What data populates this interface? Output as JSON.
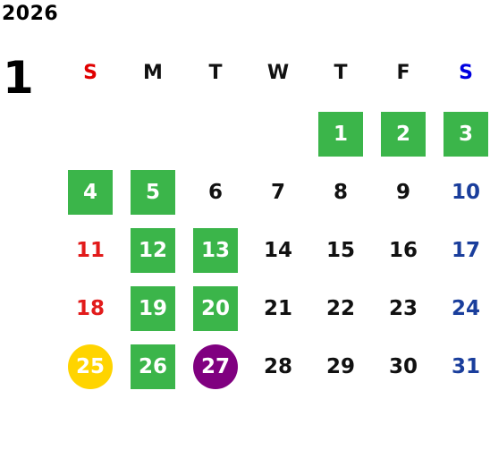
{
  "calendar": {
    "year": "2026",
    "month": "1",
    "colors": {
      "sunday": "#e21b1b",
      "saturday": "#1a3e9c",
      "weekday_header_sunday": "#e00000",
      "weekday_header_saturday": "#0000e0",
      "green": "#3bb54a",
      "yellow": "#ffd400",
      "purple": "#800080"
    },
    "weekdays": [
      "S",
      "M",
      "T",
      "W",
      "T",
      "F",
      "S"
    ],
    "days": [
      {
        "label": "1",
        "col": 4,
        "row": 0,
        "hl": "green"
      },
      {
        "label": "2",
        "col": 5,
        "row": 0,
        "hl": "green"
      },
      {
        "label": "3",
        "col": 6,
        "row": 0,
        "hl": "green"
      },
      {
        "label": "4",
        "col": 0,
        "row": 1,
        "hl": "green"
      },
      {
        "label": "5",
        "col": 1,
        "row": 1,
        "hl": "green"
      },
      {
        "label": "6",
        "col": 2,
        "row": 1,
        "hl": ""
      },
      {
        "label": "7",
        "col": 3,
        "row": 1,
        "hl": ""
      },
      {
        "label": "8",
        "col": 4,
        "row": 1,
        "hl": ""
      },
      {
        "label": "9",
        "col": 5,
        "row": 1,
        "hl": ""
      },
      {
        "label": "10",
        "col": 6,
        "row": 1,
        "hl": ""
      },
      {
        "label": "11",
        "col": 0,
        "row": 2,
        "hl": ""
      },
      {
        "label": "12",
        "col": 1,
        "row": 2,
        "hl": "green"
      },
      {
        "label": "13",
        "col": 2,
        "row": 2,
        "hl": "green"
      },
      {
        "label": "14",
        "col": 3,
        "row": 2,
        "hl": ""
      },
      {
        "label": "15",
        "col": 4,
        "row": 2,
        "hl": ""
      },
      {
        "label": "16",
        "col": 5,
        "row": 2,
        "hl": ""
      },
      {
        "label": "17",
        "col": 6,
        "row": 2,
        "hl": ""
      },
      {
        "label": "18",
        "col": 0,
        "row": 3,
        "hl": ""
      },
      {
        "label": "19",
        "col": 1,
        "row": 3,
        "hl": "green"
      },
      {
        "label": "20",
        "col": 2,
        "row": 3,
        "hl": "green"
      },
      {
        "label": "21",
        "col": 3,
        "row": 3,
        "hl": ""
      },
      {
        "label": "22",
        "col": 4,
        "row": 3,
        "hl": ""
      },
      {
        "label": "23",
        "col": 5,
        "row": 3,
        "hl": ""
      },
      {
        "label": "24",
        "col": 6,
        "row": 3,
        "hl": ""
      },
      {
        "label": "25",
        "col": 0,
        "row": 4,
        "hl": "yellow"
      },
      {
        "label": "26",
        "col": 1,
        "row": 4,
        "hl": "green"
      },
      {
        "label": "27",
        "col": 2,
        "row": 4,
        "hl": "purple"
      },
      {
        "label": "28",
        "col": 3,
        "row": 4,
        "hl": ""
      },
      {
        "label": "29",
        "col": 4,
        "row": 4,
        "hl": ""
      },
      {
        "label": "30",
        "col": 5,
        "row": 4,
        "hl": ""
      },
      {
        "label": "31",
        "col": 6,
        "row": 4,
        "hl": ""
      }
    ]
  }
}
